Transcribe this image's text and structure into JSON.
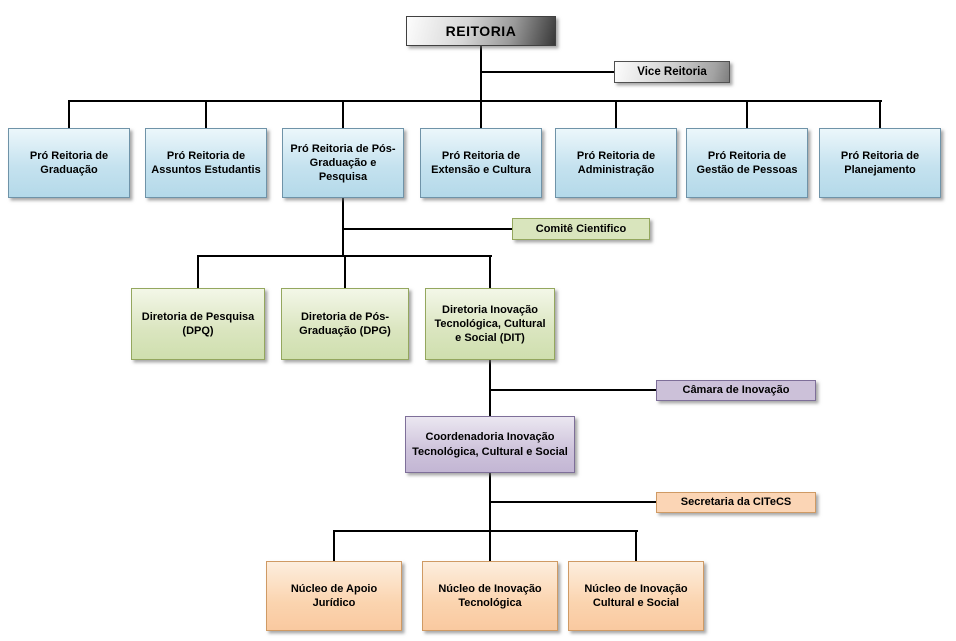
{
  "chart": {
    "root": {
      "label": "REITORIA"
    },
    "vice": {
      "label": "Vice Reitoria"
    },
    "pro_reitorias": [
      {
        "label": "Pró Reitoria de Graduação"
      },
      {
        "label": "Pró Reitoria de Assuntos Estudantis"
      },
      {
        "label": "Pró Reitoria de Pós-Graduação e Pesquisa"
      },
      {
        "label": "Pró Reitoria de Extensão e Cultura"
      },
      {
        "label": "Pró Reitoria de Administração"
      },
      {
        "label": "Pró Reitoria de Gestão de Pessoas"
      },
      {
        "label": "Pró Reitoria de Planejamento"
      }
    ],
    "comite": {
      "label": "Comitê Cientifico"
    },
    "diretorias": [
      {
        "label": "Diretoria de Pesquisa (DPQ)"
      },
      {
        "label": "Diretoria de Pós-Graduação (DPG)"
      },
      {
        "label": "Diretoria Inovação Tecnológica, Cultural e Social (DIT)"
      }
    ],
    "camara": {
      "label": "Câmara de Inovação"
    },
    "coordenadoria": {
      "label": "Coordenadoria Inovação Tecnológica, Cultural e Social"
    },
    "secretaria": {
      "label": "Secretaria da CITeCS"
    },
    "nucleos": [
      {
        "label": "Núcleo de Apoio Jurídico"
      },
      {
        "label": "Núcleo de Inovação Tecnológica"
      },
      {
        "label": "Núcleo de Inovação Cultural e Social"
      }
    ],
    "colors": {
      "blue_fill": "#c5e2ef",
      "green_fill": "#d9e5bd",
      "purple_fill": "#ccc1d9",
      "orange_fill": "#fbd5b5",
      "dark_fill": "#888888",
      "line": "#000000"
    }
  }
}
